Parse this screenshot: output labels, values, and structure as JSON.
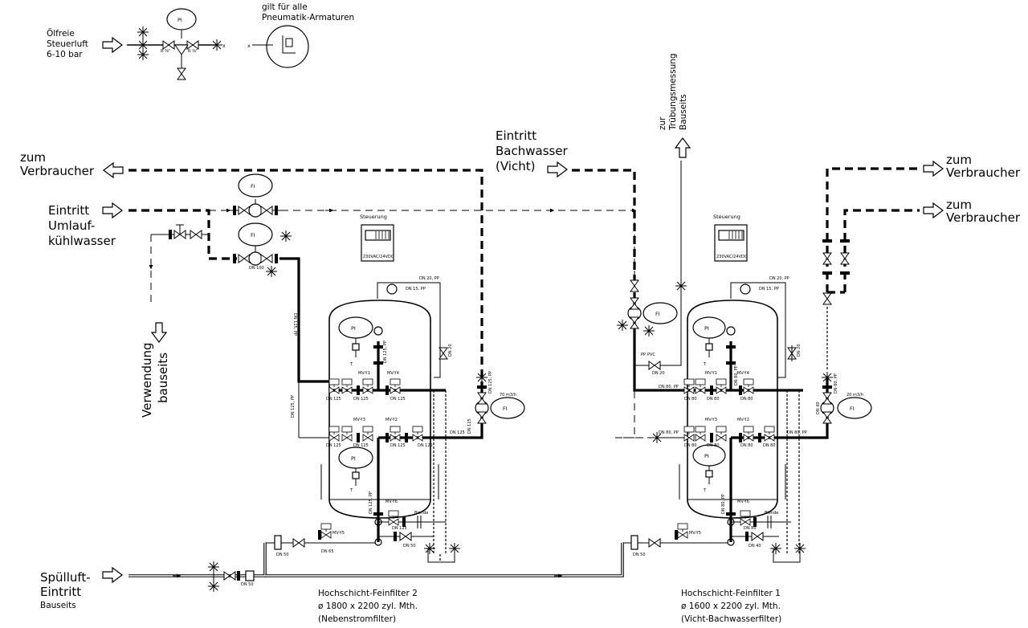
{
  "legend": {
    "supply_label": [
      "Ölfreie",
      "Steuerluft",
      "6-10 bar"
    ],
    "note": [
      "gilt für alle",
      "Pneumatik-Armaturen"
    ],
    "pi": "PI",
    "r_left": "R ⅜\"",
    "r_right": "R ⅜\"",
    "x": "x"
  },
  "streams": {
    "to_consumer_left": [
      "zum",
      "Verbraucher"
    ],
    "cooling_inlet": [
      "Eintritt",
      "Umlauf-",
      "kühlwasser"
    ],
    "usage_on_site": [
      "Verwendung",
      "bauseits"
    ],
    "creek_inlet": [
      "Eintritt",
      "Bachwasser",
      "(Vicht)"
    ],
    "turbidity": [
      "zur",
      "Trübungsmessung",
      "Bauseits"
    ],
    "to_consumer_right1": [
      "zum",
      "Verbraucher"
    ],
    "to_consumer_right2": [
      "zum",
      "Verbraucher"
    ],
    "purge_air": [
      "Spülluft-",
      "Eintritt",
      "Bauseits"
    ]
  },
  "instruments": {
    "fi": "FI",
    "pi": "PI",
    "flow_filter2": "70 m3/h",
    "flow_filter1": "20 m3/h"
  },
  "controls": {
    "left": {
      "title": "Steuerung",
      "voltage": "230VAC/24VDC"
    },
    "right": {
      "title": "Steuerung",
      "voltage": "230VAC/24VDC"
    }
  },
  "filter2": {
    "title": "Hochschicht-Feinfilter 2",
    "dims": "ø 1800 x 2200 zyl. Mth.",
    "role": "(Nebenstromfilter)",
    "valves": [
      "MV-Y1",
      "MV-Y4",
      "MV-Y3",
      "MV-Y2",
      "MV-Y6",
      "MV-Y5"
    ],
    "dn_main": "DN 125",
    "dn_pp": "DN 125, PP",
    "dn_20pp": "DN 20, PP",
    "dn_15pp": "DN 15, PP",
    "dn_20": "DN 20",
    "dn_100": "DN 100",
    "dn_50": "DN 50",
    "dn_65": "DN 65",
    "blende": "Blende"
  },
  "filter1": {
    "title": "Hochschicht-Feinfilter 1",
    "dims": "ø 1600 x 2200 zyl. Mth.",
    "role": "(Vicht-Bachwasserfilter)",
    "valves": [
      "MV-Y1",
      "MV-Y4",
      "MV-Y3",
      "MV-Y2",
      "MV-Y6",
      "MV-Y5"
    ],
    "dn_main": "DN 80",
    "dn_pp": "DN 80, PP",
    "dn_20pp": "DN 20, PP",
    "dn_15pp": "DN 15, PP",
    "dn_20": "DN 20",
    "dn_40": "DN 40",
    "dn_50": "DN 50",
    "pp_pvc": "PP",
    "pvc": "PVC",
    "blende": "Blende"
  },
  "misc": {
    "t": "T"
  }
}
